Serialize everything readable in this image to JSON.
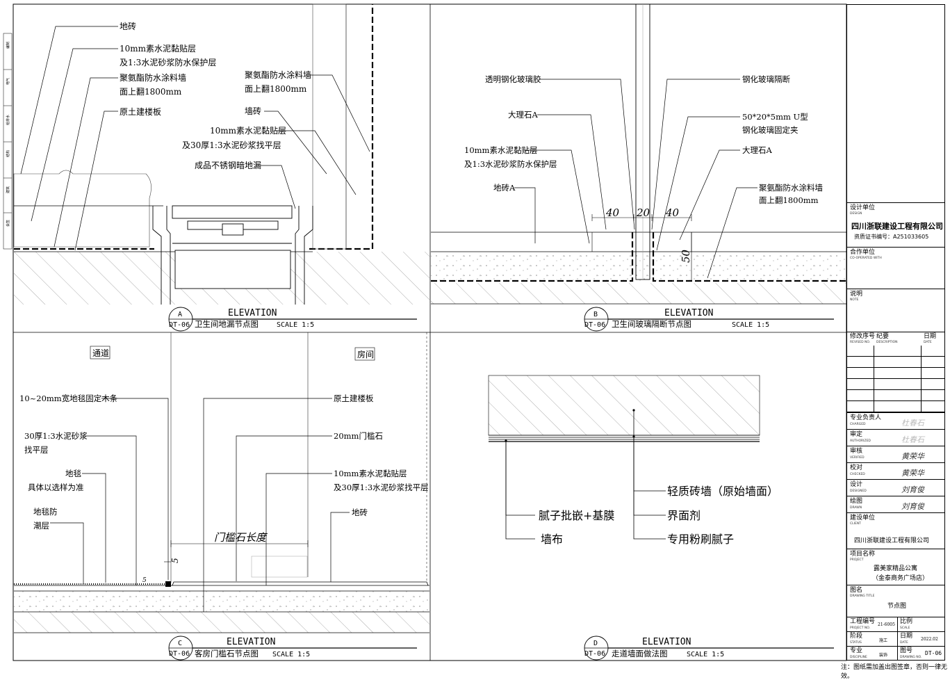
{
  "panels": {
    "A": {
      "letter": "A",
      "sheet": "DT-06",
      "elevation": "ELEVATION",
      "title": "卫生间地漏节点图",
      "scale": "SCALE 1:5",
      "labels": {
        "floor_tile": "地砖",
        "cement_layer_1": "10mm素水泥黏贴层",
        "cement_layer_2": "及1:3水泥砂浆防水保护层",
        "pu_waterproof_1": "聚氨酯防水涂料墙",
        "pu_waterproof_2": "面上翻1800mm",
        "slab": "原土建楼板",
        "pu_wall_1": "聚氨酯防水涂料墙",
        "pu_wall_2": "面上翻1800mm",
        "wall_tile": "墙砖",
        "wall_cement_1": "10mm素水泥黏贴层",
        "wall_cement_2": "及30厚1:3水泥砂浆找平层",
        "drain": "成品不锈钢暗地漏"
      }
    },
    "B": {
      "letter": "B",
      "sheet": "DT-06",
      "elevation": "ELEVATION",
      "title": "卫生间玻璃隔断节点图",
      "scale": "SCALE 1:5",
      "labels": {
        "glass_glue": "透明钢化玻璃胶",
        "marble_a_left": "大理石A",
        "cement_1": "10mm素水泥黏贴层",
        "cement_2": "及1:3水泥砂浆防水保护层",
        "floor_tile_a": "地砖A",
        "glass_partition": "钢化玻璃隔断",
        "clip_1": "50*20*5mm U型",
        "clip_2": "钢化玻璃固定夹",
        "marble_a_right": "大理石A",
        "pu_1": "聚氨酯防水涂料墙",
        "pu_2": "面上翻1800mm"
      },
      "dims": {
        "d1": "40",
        "d2": "20",
        "d3": "40",
        "d4": "50"
      }
    },
    "C": {
      "letter": "C",
      "sheet": "DT-06",
      "elevation": "ELEVATION",
      "title": "客房门槛石节点图",
      "scale": "SCALE 1:5",
      "labels": {
        "corridor": "通道",
        "room": "房间",
        "wood_strip": "10~20mm宽地毯固定木条",
        "screed_1": "30厚1:3水泥砂浆",
        "screed_2": "找平层",
        "carpet_1": "地毯",
        "carpet_2": "具体以选样为准",
        "underlay_1": "地毯防",
        "underlay_2": "潮层",
        "slab": "原土建楼板",
        "threshold": "20mm门槛石",
        "cement_1": "10mm素水泥黏贴层",
        "cement_2": "及30厚1:3水泥砂浆找平层",
        "floor_tile": "地砖",
        "threshold_length": "门槛石长度"
      },
      "dims": {
        "d1": "5",
        "d2": "5"
      }
    },
    "D": {
      "letter": "D",
      "sheet": "DT-06",
      "elevation": "ELEVATION",
      "title": "走道墙面做法图",
      "scale": "SCALE 1:5",
      "labels": {
        "brick_wall": "轻质砖墙（原始墙面）",
        "putty_film": "腻子批嵌+基膜",
        "interface": "界面剂",
        "wallcloth": "墙布",
        "putty": "专用粉刷腻子"
      }
    }
  },
  "title_block": {
    "design_unit_cn": "设计单位",
    "design_unit_en": "DESIGN",
    "company": "四川浙联建设工程有限公司",
    "cert": "资质证书编号：A251033605",
    "cooperate_cn": "合作单位",
    "cooperate_en": "CO-OPERATED WITH",
    "note_cn": "说明",
    "note_en": "NOTE",
    "rev_cn": "修改序号",
    "rev_en": "REVISED NO.",
    "desc_cn": "纪要",
    "desc_en": "DESCRIPTION",
    "date_cn": "日期",
    "date_en": "DATE",
    "charged_cn": "专业负责人",
    "charged_en": "CHARGED",
    "authorized_cn": "审定",
    "authorized_en": "AUTHORIZED",
    "verified_cn": "审核",
    "verified_en": "VERIFIED",
    "checked_cn": "校对",
    "checked_en": "CHECKED",
    "designed_cn": "设计",
    "designed_en": "DESIGNED",
    "drawn_cn": "绘图",
    "drawn_en": "DRAWN",
    "sig_charged": "杜春石",
    "sig_authorized": "杜春石",
    "sig_verified": "黄荣华",
    "sig_checked": "黄荣华",
    "sig_designed": "刘育俊",
    "sig_drawn": "刘育俊",
    "client_cn": "建设单位",
    "client_en": "CLIENT",
    "client": "四川浙联建设工程有限公司",
    "project_cn": "项目名称",
    "project_en": "PROJECT",
    "project_1": "露美家精品公寓",
    "project_2": "（金泰商务广场店）",
    "drawing_title_cn": "图名",
    "drawing_title_en": "DRAWING TITLE",
    "drawing_title": "节点图",
    "project_no_cn": "工程编号",
    "project_no_en": "PROJECT NO.",
    "project_no": "21-6005",
    "ratio_cn": "比例",
    "ratio_en": "SCALE",
    "stage_cn": "阶段",
    "stage_en": "STATUS",
    "stage": "施工",
    "date2_cn": "日期",
    "date2_en": "DATE",
    "date2": "2022.02",
    "discipline_cn": "专业",
    "discipline_en": "DISCIPLINE",
    "discipline": "装饰",
    "drawing_no_cn": "图号",
    "drawing_no_en": "DRAWING NO.",
    "drawing_no": "DT-06"
  },
  "footer_note": "注：图纸需加盖出图签章，否则一律无效。",
  "left_strip": [
    "编制",
    "电气",
    "给排水",
    "结构",
    "建筑",
    "会签"
  ]
}
